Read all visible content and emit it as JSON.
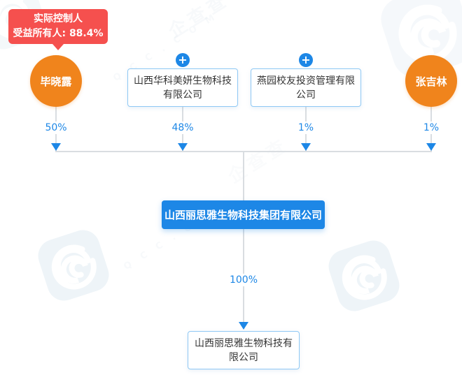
{
  "badge": {
    "title": "实际控制人",
    "subtitle": "受益所有人: 88.4%"
  },
  "shareholders": [
    {
      "name": "毕晓露",
      "type": "person",
      "percent": "50%"
    },
    {
      "name": "山西华科美妍生物科技有限公司",
      "type": "company",
      "percent": "48%"
    },
    {
      "name": "燕园校友投资管理有限公司",
      "type": "company",
      "percent": "1%"
    },
    {
      "name": "张吉林",
      "type": "person",
      "percent": "1%"
    }
  ],
  "company": {
    "name": "山西丽思雅生物科技集团有限公司"
  },
  "subsidiaries": [
    {
      "name": "山西丽思雅生物科技有限公司",
      "percent": "100%"
    }
  ],
  "icons": {
    "plus": "+"
  },
  "watermark": {
    "brand": "企查查",
    "site": "Q C C . C O M"
  },
  "colors": {
    "accent_red": "#f5504e",
    "accent_orange": "#f0841c",
    "accent_blue": "#1d87e6",
    "border_blue": "#8fc8f4",
    "line_gray": "#d9dde1"
  }
}
